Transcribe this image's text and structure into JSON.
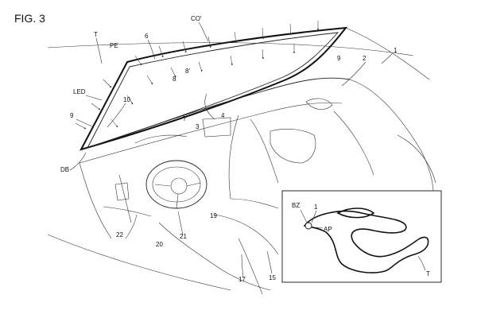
{
  "figure_title": "FIG. 3",
  "labels": {
    "co_prime": "CO'",
    "t_top": "T",
    "pe": "PE",
    "n6": "6",
    "n1": "1",
    "n2": "2",
    "n9_right": "9",
    "n8_prime": "8'",
    "n8": "8",
    "led": "LED",
    "n10": "10",
    "n9_left": "9",
    "n7": "7",
    "n4": "4",
    "n3": "3",
    "db": "DB",
    "n22": "22",
    "n21": "21",
    "n20": "20",
    "n19": "19",
    "n17": "17",
    "n15": "15"
  },
  "inset": {
    "bz": "BZ",
    "n1": "1",
    "ap": "AP",
    "t": "T"
  }
}
